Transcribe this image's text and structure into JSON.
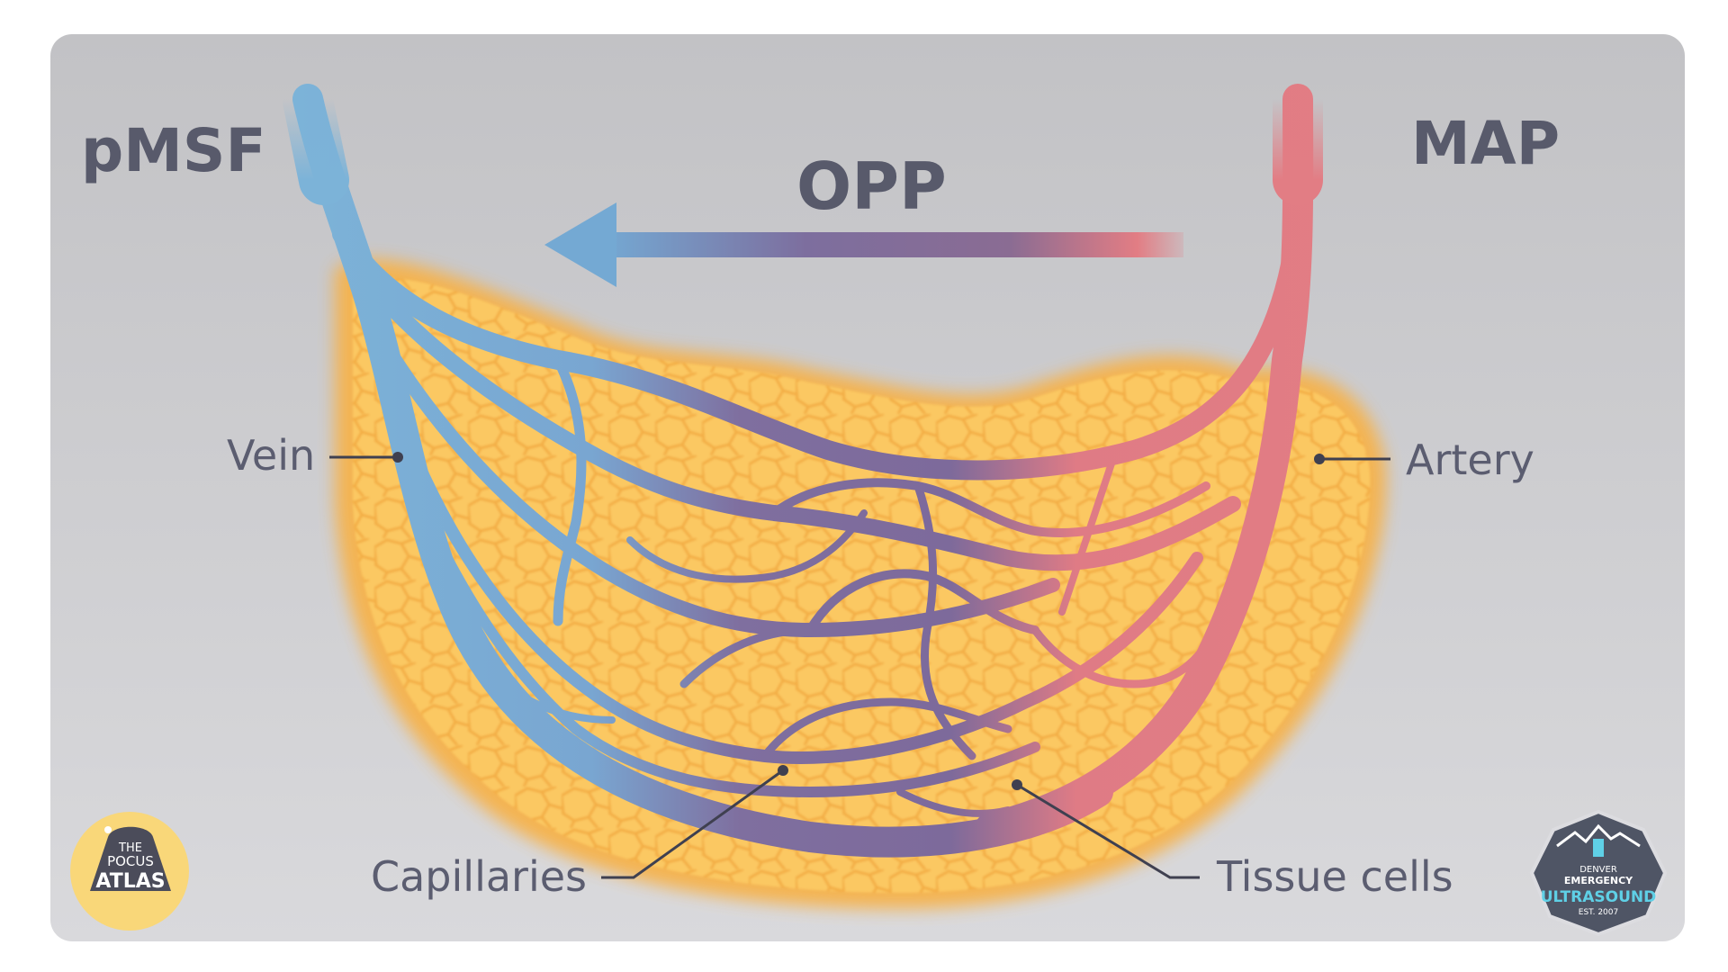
{
  "labels": {
    "pmsf": "pMSF",
    "map": "MAP",
    "opp": "OPP",
    "vein": "Vein",
    "artery": "Artery",
    "capillaries": "Capillaries",
    "tissue_cells": "Tissue cells"
  },
  "logos": {
    "pocus_atlas": {
      "line1": "THE",
      "line2": "POCUS",
      "line3": "ATLAS"
    },
    "denver_us": {
      "line1": "DENVER",
      "line2": "EMERGENCY",
      "line3": "ULTRASOUND",
      "line4": "EST. 2007"
    }
  },
  "colors": {
    "panel": "#c7c7ca",
    "vein": "#7cb3d8",
    "capillary": "#7d6a9b",
    "artery": "#e27d84",
    "tissue": "#f8c25f",
    "label": "#585a6b"
  }
}
